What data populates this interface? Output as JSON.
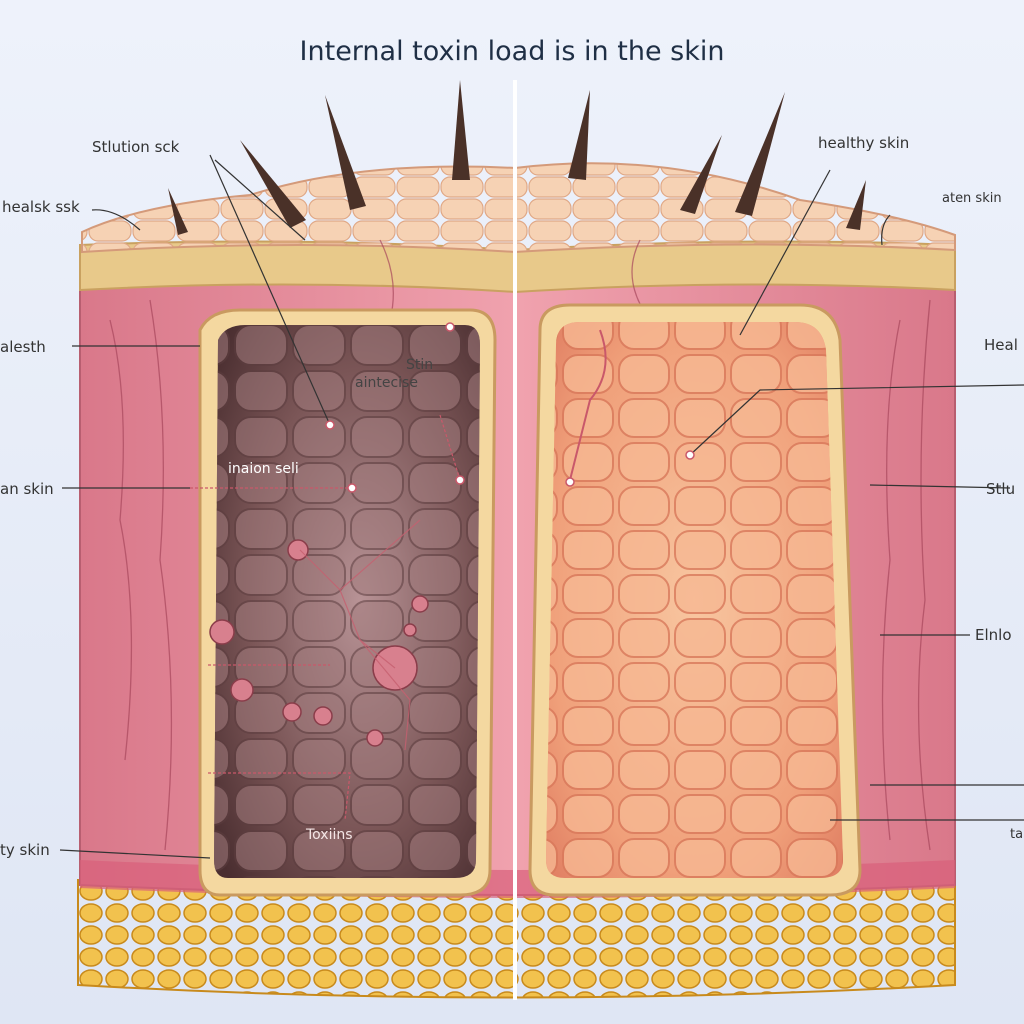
{
  "title": "Internal toxin load is in the skin",
  "labels": {
    "left_top": "Stlution sck",
    "left_upper": "healsk ssk",
    "left_mid1": "alesth",
    "left_mid2": "an skin",
    "left_bottom": "ty skin",
    "inner_top1": "Stin",
    "inner_top2": "aintecise",
    "inner_mid": "inaion seli",
    "inner_bottom": "Toxiins",
    "right_top": "healthy skin",
    "right_upper": "aten skin",
    "right_mid1": "Heal",
    "right_mid2": "Stlu",
    "right_mid3": "Elnlo",
    "right_bottom": "ta"
  },
  "colors": {
    "background": "#e6ecf8",
    "epidermis": "#f2c8a8",
    "dermis": "#e88e9c",
    "fat": "#e8b23a",
    "toxic_cells": "#6e4a4a",
    "healthy_cells": "#f0a880"
  }
}
